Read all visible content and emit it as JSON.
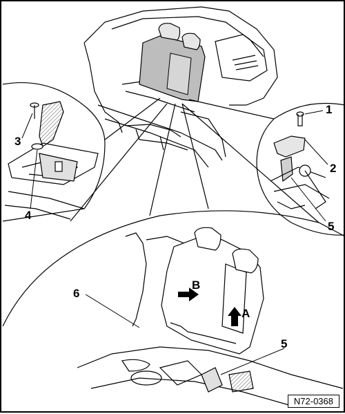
{
  "figure": {
    "id": "N72-0368",
    "callouts": [
      "1",
      "2",
      "3",
      "4",
      "5",
      "5",
      "6"
    ],
    "arrow_labels": [
      "A",
      "B"
    ]
  },
  "icons": [
    "bolt-icon",
    "hinge-bracket-icon",
    "pull-arrow-icon",
    "push-arrow-icon"
  ]
}
